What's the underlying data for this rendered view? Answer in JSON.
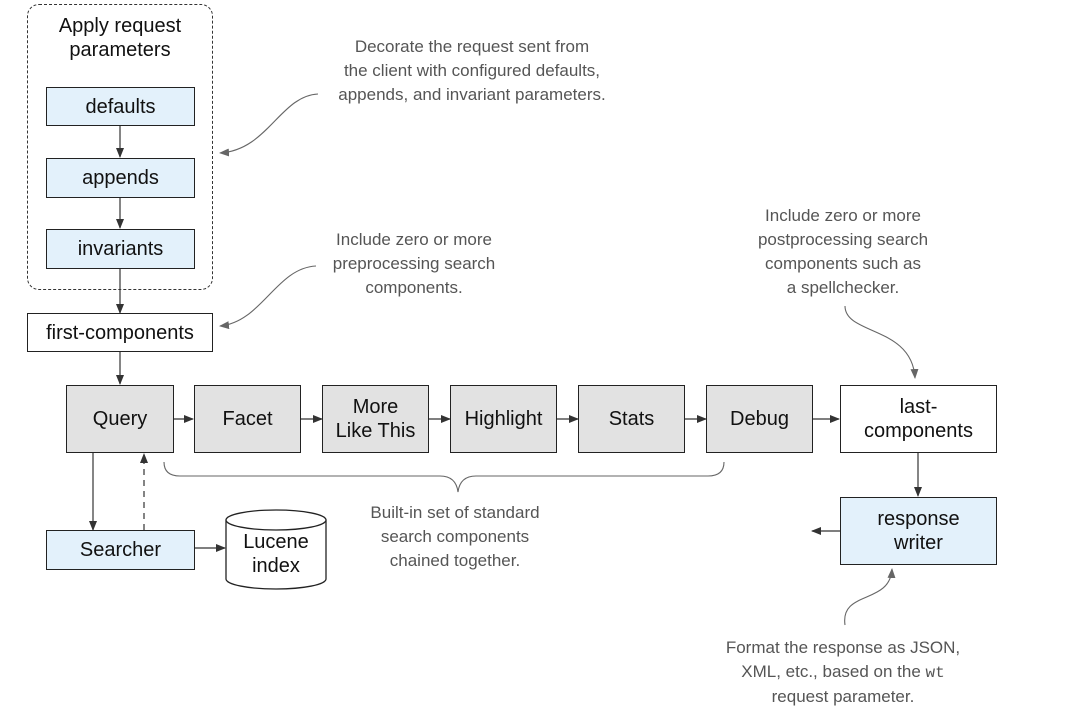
{
  "group": {
    "title_line1": "Apply request",
    "title_line2": "parameters"
  },
  "nodes": {
    "defaults": "defaults",
    "appends": "appends",
    "invariants": "invariants",
    "first_components": "first-components",
    "query": "Query",
    "facet": "Facet",
    "more_like_this_line1": "More",
    "more_like_this_line2": "Like This",
    "highlight": "Highlight",
    "stats": "Stats",
    "debug": "Debug",
    "last_components_line1": "last-",
    "last_components_line2": "components",
    "response_writer_line1": "response",
    "response_writer_line2": "writer",
    "searcher": "Searcher",
    "lucene_index_line1": "Lucene",
    "lucene_index_line2": "index"
  },
  "notes": {
    "decorate": [
      "Decorate the request sent from",
      "the client with configured defaults,",
      "appends, and invariant parameters."
    ],
    "preprocessing": [
      "Include zero or more",
      "preprocessing search",
      "components."
    ],
    "postprocessing": [
      "Include zero or more",
      "postprocessing search",
      "components such as",
      "a spellchecker."
    ],
    "builtin": [
      "Built-in set of standard",
      "search components",
      "chained together."
    ],
    "format_line1": "Format the response as JSON,",
    "format_line2_prefix": "XML, etc., based on the ",
    "format_code": "wt",
    "format_line3": "request parameter."
  },
  "colors": {
    "blue_fill": "#e3f1fb",
    "gray_fill": "#e2e2e2",
    "stroke": "#222222",
    "note_text": "#555555"
  }
}
